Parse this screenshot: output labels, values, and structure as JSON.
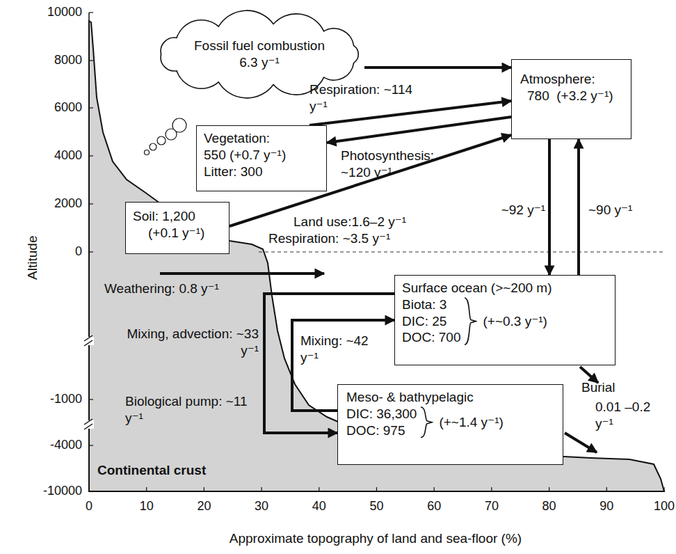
{
  "diagram": {
    "nodes": [
      {
        "text": [
          "Fossil fuel combustion",
          "6.3 y⁻¹"
        ]
      },
      {
        "text": [
          "Atmosphere:",
          "780  (+3.2 y⁻¹)"
        ]
      },
      {
        "text": [
          "Vegetation:",
          "550 (+0.7 y⁻¹)",
          "Litter: 300"
        ]
      },
      {
        "text": [
          "Soil: 1,200",
          "(+0.1 y⁻¹)"
        ]
      },
      {
        "text": [
          "Surface ocean (>~200 m)",
          "Biota: 3",
          "DIC: 25",
          "DOC: 700",
          "(+~0.3 y⁻¹)"
        ]
      },
      {
        "text": [
          "Meso- & bathypelagic",
          "DIC: 36,300",
          "DOC: 975",
          "(+~1.4 y⁻¹)"
        ]
      }
    ],
    "edges": [
      {
        "from": 0,
        "to": 1,
        "arrow": "to"
      },
      {
        "from": 2,
        "to": 1,
        "label": "Respiration: ~114 y⁻¹",
        "arrow": "to"
      },
      {
        "from": 1,
        "to": 2,
        "label": "Photosynthesis: ~120 y⁻¹",
        "arrow": "to"
      },
      {
        "from": 3,
        "to": 1,
        "arrow": "to"
      },
      {
        "from": 1,
        "to": 4,
        "label": "~92 y⁻¹",
        "arrow": "to"
      },
      {
        "from": 4,
        "to": 1,
        "label": "~90 y⁻¹",
        "arrow": "to"
      },
      {
        "from": 4,
        "to": 5,
        "label": "Mixing, advection: ~33 y⁻¹",
        "arrow": "to"
      },
      {
        "from": 5,
        "to": 4,
        "label": "Mixing: ~42 y⁻¹",
        "arrow": "to"
      }
    ],
    "labels": [
      "Altitude",
      "10000",
      "8000",
      "6000",
      "4000",
      "2000",
      "0",
      "-1000",
      "-4000",
      "-10000",
      "0",
      "10",
      "20",
      "30",
      "40",
      "50",
      "60",
      "70",
      "80",
      "90",
      "100",
      "Approximate topography of land and sea-floor (%)",
      "Land use:1.6–2 y⁻¹",
      "Respiration: ~3.5 y⁻¹",
      "Weathering: 0.8 y⁻¹",
      "Biological pump: ~11 y⁻¹",
      "Burial",
      "0.01 –0.2 y⁻¹",
      "Continental crust"
    ]
  }
}
